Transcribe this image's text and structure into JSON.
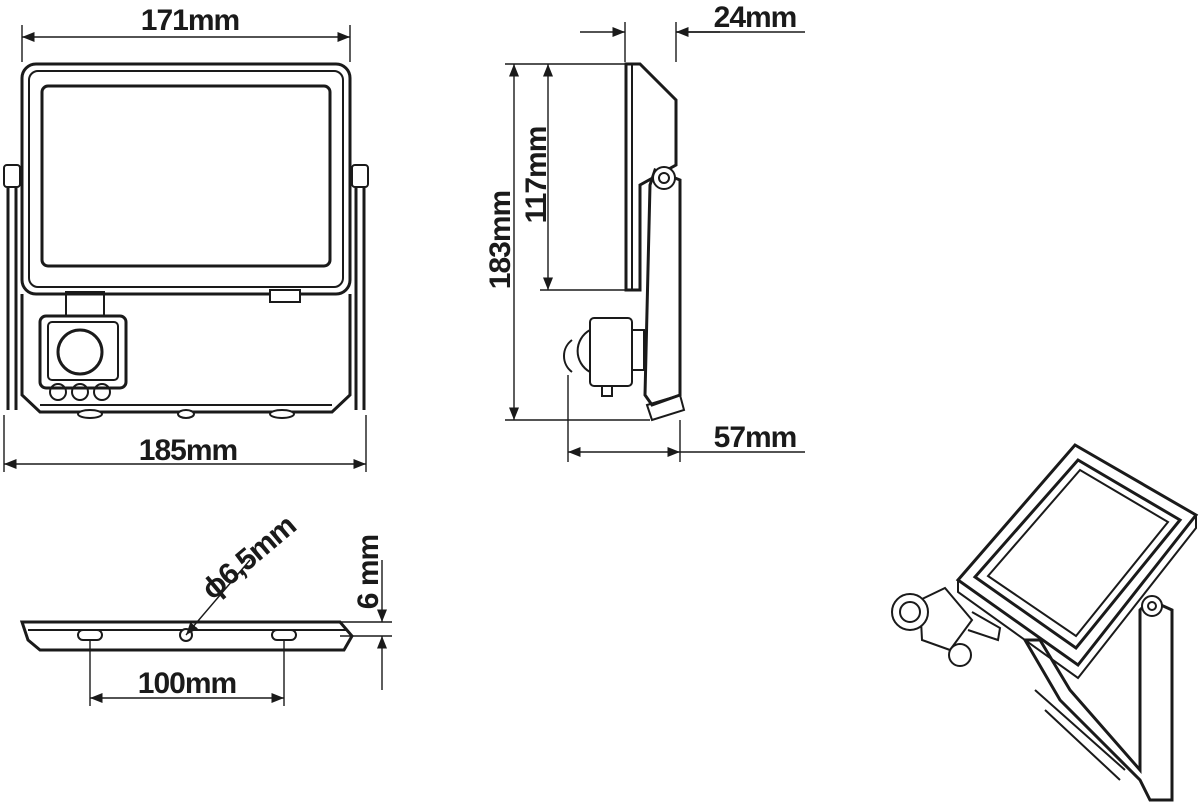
{
  "dimensions": {
    "front_width": "171mm",
    "overall_width": "185mm",
    "side_depth_top": "24mm",
    "side_depth_bottom": "57mm",
    "overall_height": "183mm",
    "panel_height": "117mm",
    "hole_diameter": "ϕ6,5mm",
    "base_thickness": "6 mm",
    "hole_spacing": "100mm"
  }
}
